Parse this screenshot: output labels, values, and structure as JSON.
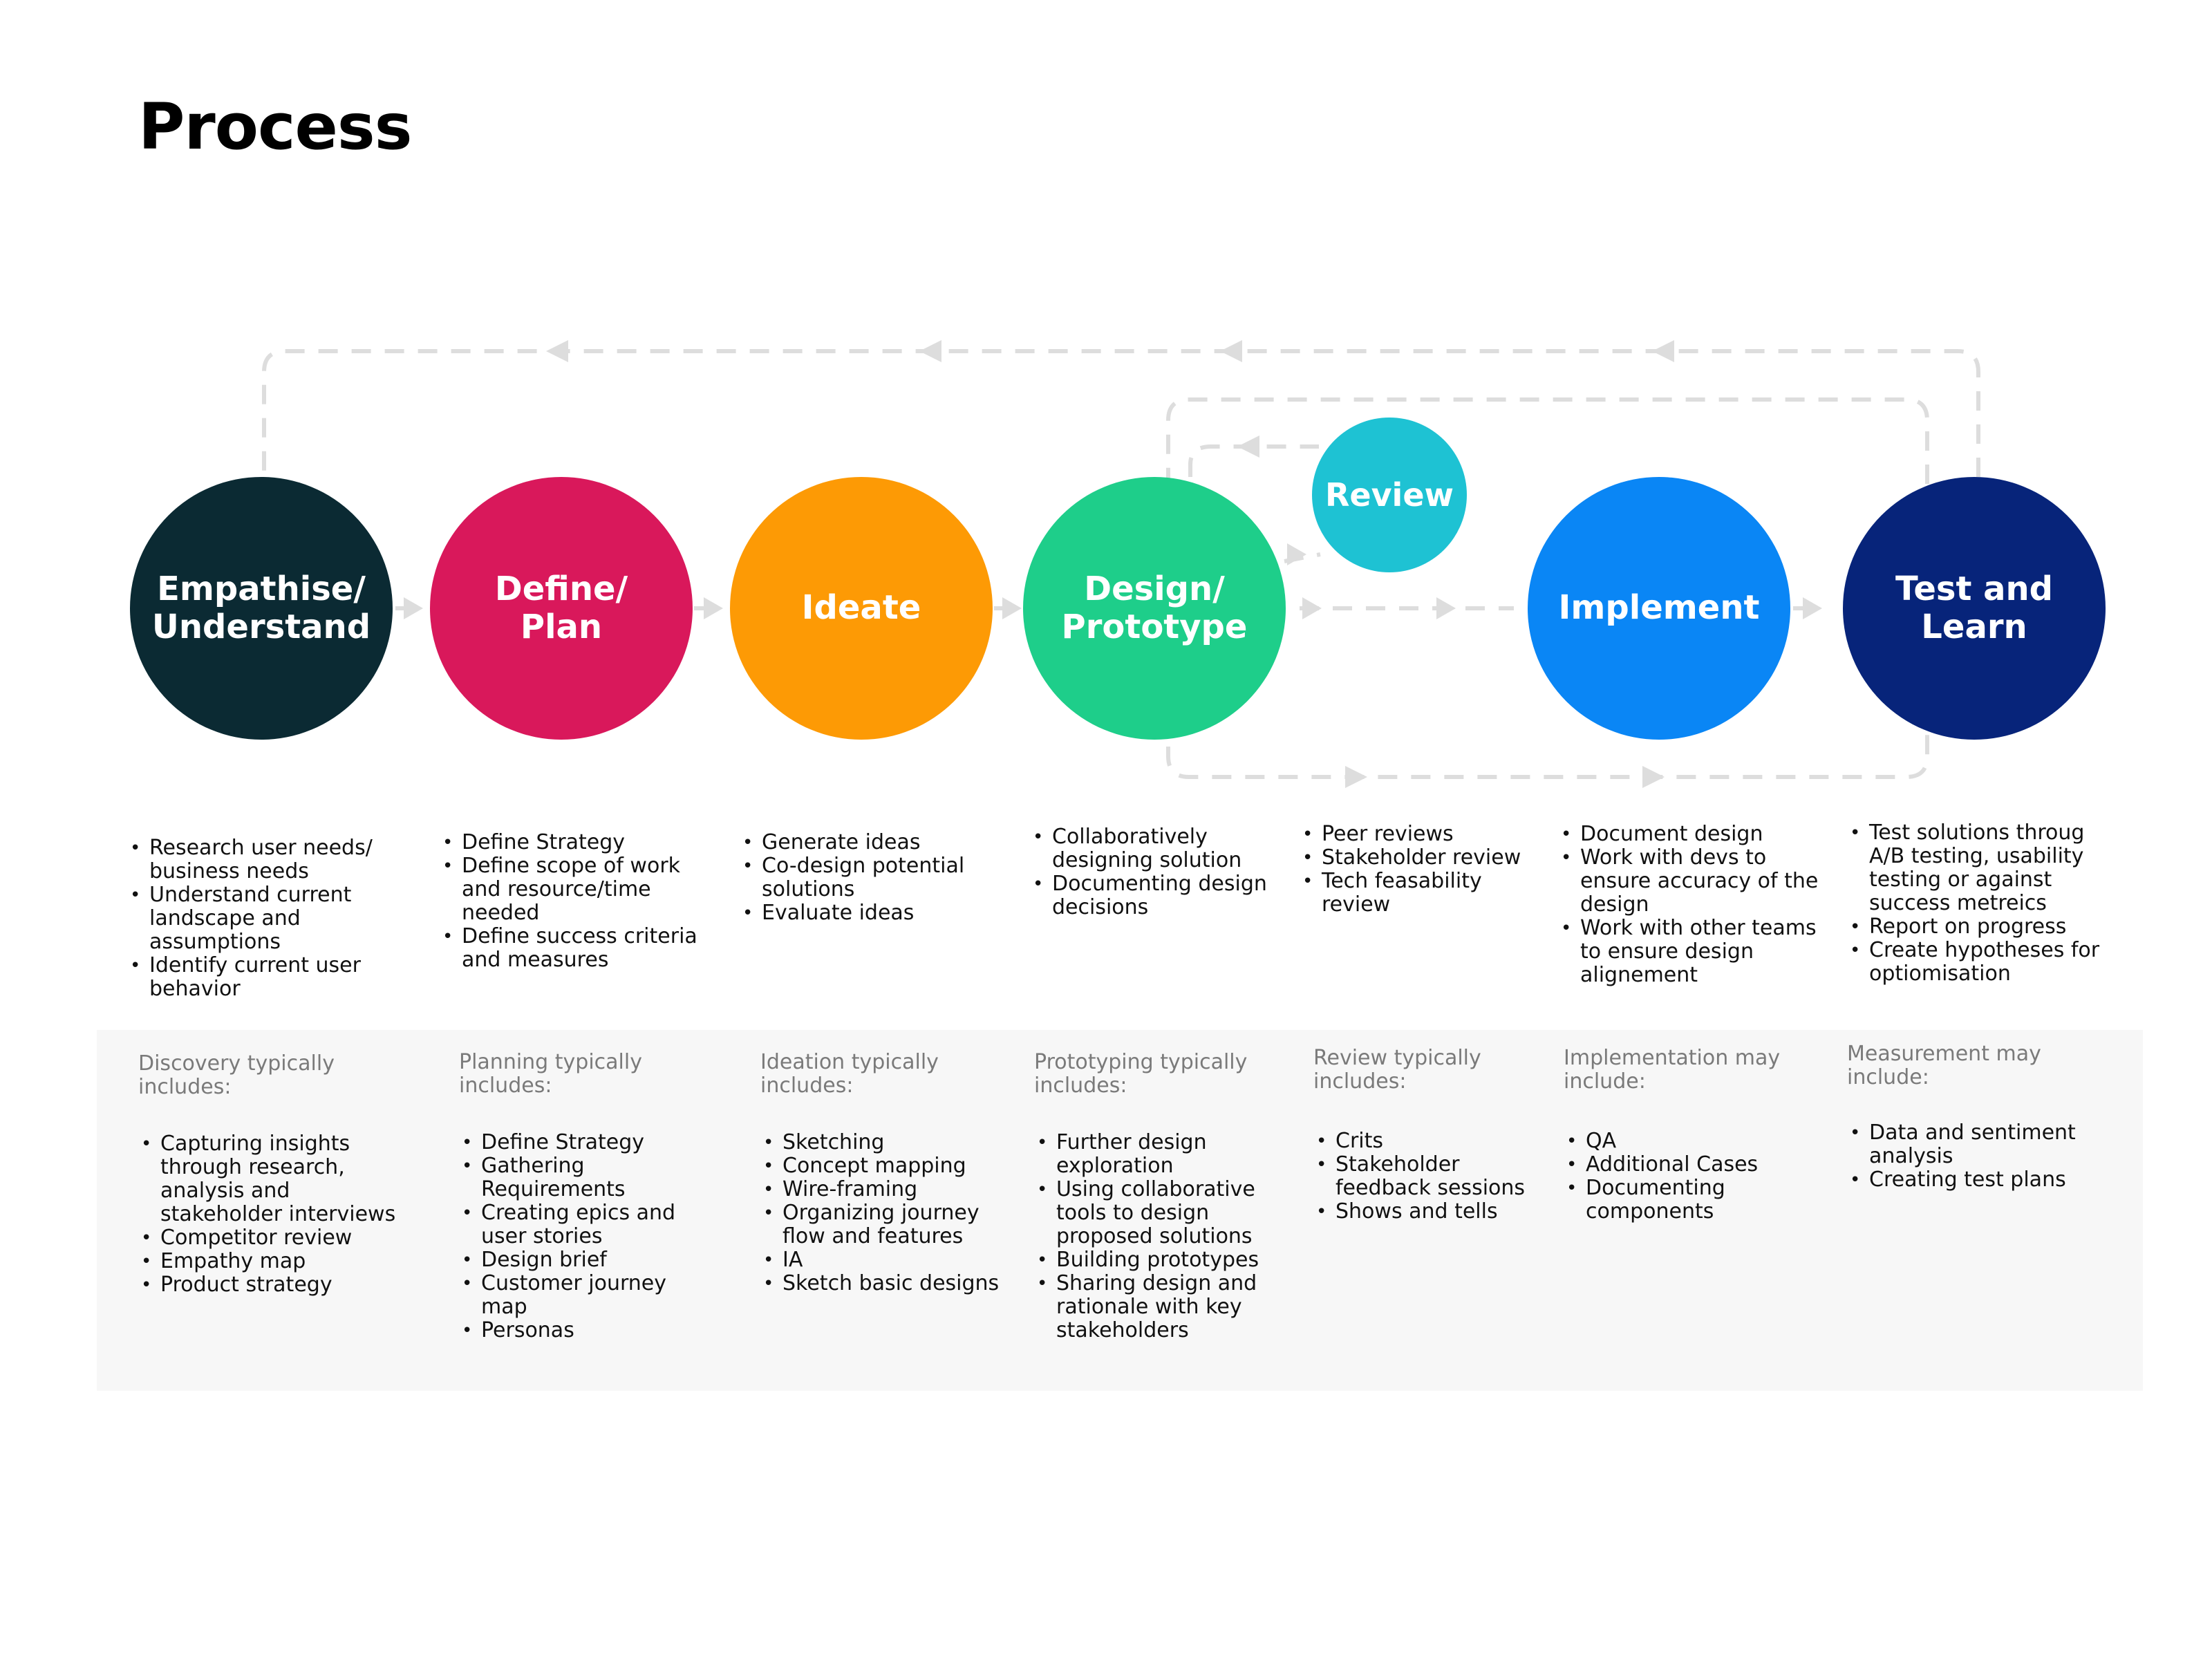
{
  "title": "Process",
  "colors": {
    "empathise": "#0b2a33",
    "define": "#d9185b",
    "ideate": "#fd9a05",
    "design": "#1ece8a",
    "review": "#1ec2d3",
    "implement": "#0a86f5",
    "test": "#07247a",
    "connector": "#dddddd",
    "panel": "#f7f7f7"
  },
  "stages": [
    {
      "id": "empathise",
      "label": "Empathise/\nUnderstand"
    },
    {
      "id": "define",
      "label": "Define/\nPlan"
    },
    {
      "id": "ideate",
      "label": "Ideate"
    },
    {
      "id": "design",
      "label": "Design/\nPrototype"
    },
    {
      "id": "review",
      "label": "Review"
    },
    {
      "id": "implement",
      "label": "Implement"
    },
    {
      "id": "test",
      "label": "Test and\nLearn"
    }
  ],
  "activities": [
    {
      "items": [
        "Research user needs/ business needs",
        "Understand current landscape and assumptions",
        "Identify current user behavior"
      ]
    },
    {
      "items": [
        "Define Strategy",
        "Define scope of work and resource/time needed",
        "Define success criteria and measures"
      ]
    },
    {
      "items": [
        "Generate ideas",
        "Co-design potential solutions",
        "Evaluate ideas"
      ]
    },
    {
      "items": [
        "Collaboratively designing solution",
        "Documenting design decisions"
      ]
    },
    {
      "items": [
        "Peer reviews",
        "Stakeholder review",
        "Tech feasability review"
      ]
    },
    {
      "items": [
        "Document design",
        "Work with devs to ensure accuracy of the design",
        "Work with other teams to ensure design alignement"
      ]
    },
    {
      "items": [
        "Test solutions throug A/B testing, usability testing or against success metreics",
        "Report on progress",
        "Create hypotheses for optiomisation"
      ]
    }
  ],
  "typical": [
    {
      "heading": "Discovery typically includes:",
      "items": [
        "Capturing insights through research, analysis and stakeholder interviews",
        "Competitor review",
        "Empathy map",
        "Product strategy"
      ]
    },
    {
      "heading": "Planning typically includes:",
      "items": [
        "Define Strategy",
        "Gathering Requirements",
        "Creating epics and user stories",
        "Design brief",
        "Customer journey map",
        "Personas"
      ]
    },
    {
      "heading": "Ideation typically includes:",
      "items": [
        "Sketching",
        "Concept mapping",
        "Wire-framing",
        "Organizing journey flow and features",
        "IA",
        "Sketch basic designs"
      ]
    },
    {
      "heading": "Prototyping typically includes:",
      "items": [
        "Further design exploration",
        "Using collaborative tools to design proposed solutions",
        "Building prototypes",
        "Sharing design and rationale with key stakeholders"
      ]
    },
    {
      "heading": "Review typically includes:",
      "items": [
        "Crits",
        "Stakeholder feedback sessions",
        "Shows and tells"
      ]
    },
    {
      "heading": "Implementation may include:",
      "items": [
        "QA",
        "Additional Cases",
        "Documenting components"
      ]
    },
    {
      "heading": "Measurement may include:",
      "items": [
        "Data and sentiment analysis",
        "Creating test plans"
      ]
    }
  ]
}
